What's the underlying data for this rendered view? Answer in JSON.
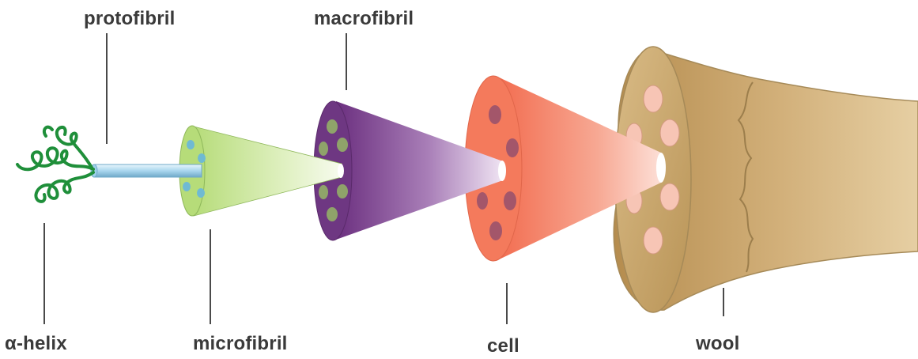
{
  "labels": {
    "protofibril": "protofibril",
    "macrofibril": "macrofibril",
    "alpha_helix": "α-helix",
    "microfibril": "microfibril",
    "cell": "cell",
    "wool": "wool"
  },
  "colors": {
    "helix": "#1f8f3a",
    "protofibril_rod": "#bfe3f5",
    "microfibril_cone": "#cfe99a",
    "microfibril_dots": "#6fbad3",
    "macrofibril_cone": "#7b3f8c",
    "macrofibril_dots": "#8fa36a",
    "cell_cone": "#f48d72",
    "cell_dots": "#a3566a",
    "wool_fiber": "#c9a66b",
    "wool_dots": "#f7c5b5",
    "label_text": "#3a3a3a",
    "leader_line": "#4a4a4a"
  }
}
